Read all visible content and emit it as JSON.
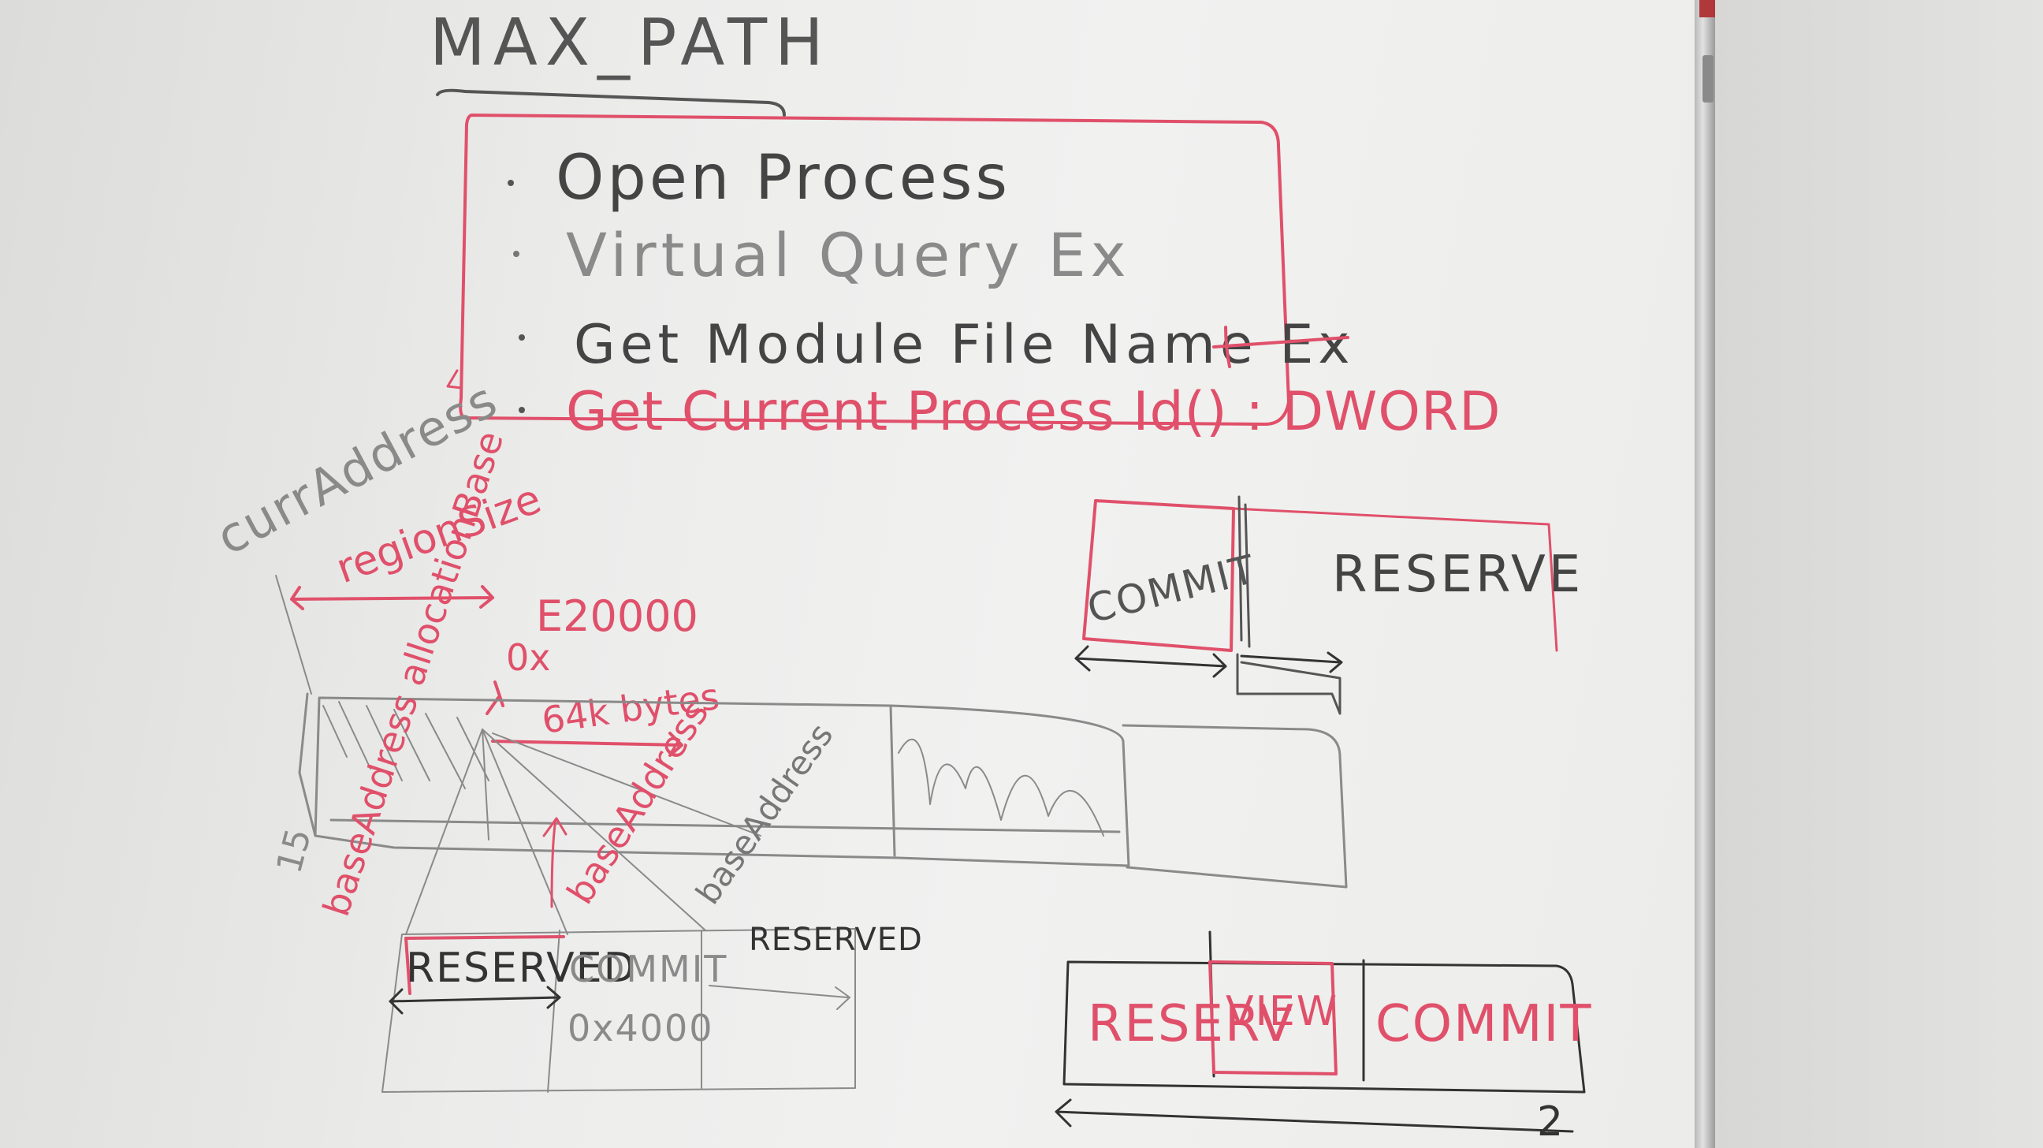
{
  "title": "MAX_PATH",
  "api_list": {
    "items": [
      "Open Process",
      "Virtual Query Ex",
      "Get Module File Name Ex"
    ],
    "highlight": "Get Current Process Id() : DWORD"
  },
  "labels": {
    "curr_address": "currAddress",
    "region_size": "regionSize",
    "address_e20000": "E20000",
    "address_0x": "0x",
    "size_64k": "64k bytes",
    "base_addr_alloc": "baseAddress allocationBase",
    "base_addr_red": "baseAddress",
    "base_addr_pencil": "baseAddress",
    "marker_15": "15",
    "addr_0x4000": "0x4000",
    "reserved_bottom": "RESERVED",
    "commit_bottom": "COMMIT",
    "reserved_small": "RESERVED",
    "commit_top": "COMMIT",
    "reserve_top": "RESERVE",
    "reserved_br": "RESERV",
    "view_br": "VIEW",
    "commit_br": "COMMIT",
    "marker_2": "2"
  },
  "colors": {
    "red_marker": "#e0506a",
    "dark_marker": "#3a3a3a",
    "pencil": "#8a8a8a",
    "board": "#ececeb"
  }
}
